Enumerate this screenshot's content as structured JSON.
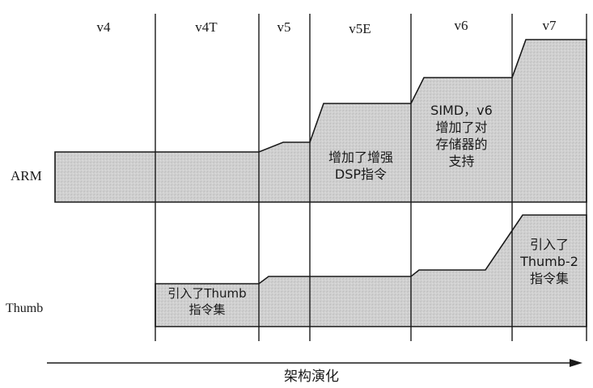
{
  "diagram": {
    "type": "architecture-evolution",
    "versions": [
      "v4",
      "v4T",
      "v5",
      "v5E",
      "v6",
      "v7"
    ],
    "rows": [
      {
        "label": "ARM"
      },
      {
        "label": "Thumb"
      }
    ],
    "annotations": {
      "v5e_arm": [
        "增加了增强",
        "DSP指令"
      ],
      "v6_arm": [
        "SIMD，v6",
        "增加了对",
        "存储器的",
        "支持"
      ],
      "v4t_thumb": [
        "引入了Thumb",
        "指令集"
      ],
      "v7_thumb": [
        "引入了",
        "Thumb-2",
        "指令集"
      ]
    },
    "axis_label": "架构演化",
    "colors": {
      "fill": "#cfcfcf",
      "line": "#1a1a1a",
      "background": "#ffffff"
    }
  }
}
